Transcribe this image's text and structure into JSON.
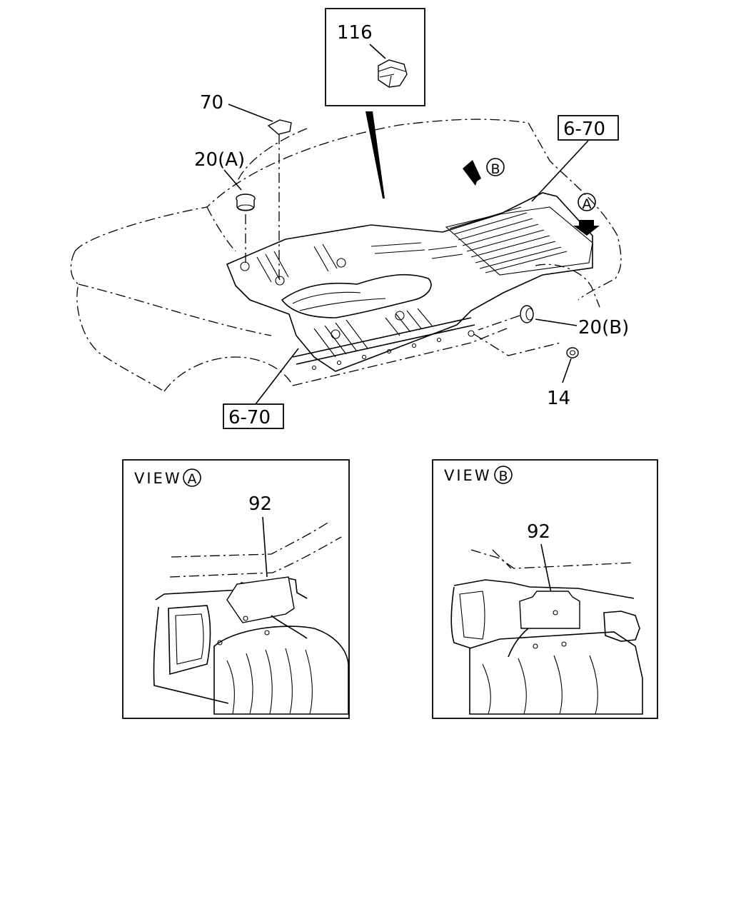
{
  "callouts": {
    "clip": "116",
    "plate": "70",
    "plug_a": "20(A)",
    "ref_top": "6-70",
    "ref_bottom": "6-70",
    "plug_b": "20(B)",
    "nut": "14"
  },
  "arrows": {
    "view_a": "A",
    "view_b": "B"
  },
  "view_a": {
    "caption": "VIEW",
    "letter": "A",
    "part_label": "92"
  },
  "view_b": {
    "caption": "VIEW",
    "letter": "B",
    "part_label": "92"
  },
  "colors": {
    "line": "#000000",
    "background": "#ffffff"
  }
}
